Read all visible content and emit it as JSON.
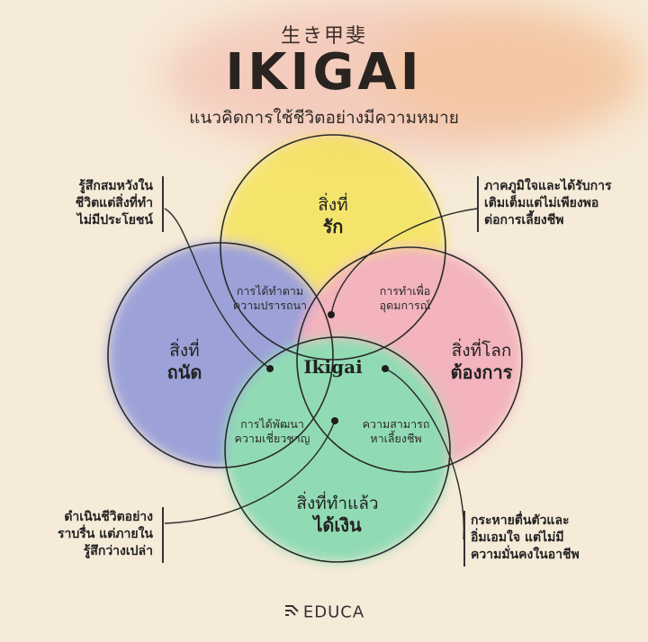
{
  "header": {
    "japanese": "生き甲斐",
    "title": "IKIGAI",
    "subtitle": "แนวคิดการใช้ชีวิตอย่างมีความหมาย"
  },
  "circles": {
    "love": {
      "line1": "สิ่งที่",
      "line2": "รัก"
    },
    "good_at": {
      "line1": "สิ่งที่",
      "line2": "ถนัด"
    },
    "world_needs": {
      "line1": "สิ่งที่โลก",
      "line2": "ต้องการ"
    },
    "paid_for": {
      "line1": "สิ่งที่ทำแล้ว",
      "line2": "ได้เงิน"
    }
  },
  "overlaps": {
    "passion": {
      "line1": "การได้ทำตาม",
      "line2": "ความปรารถนา"
    },
    "mission": {
      "line1": "การทำเพื่อ",
      "line2": "อุดมการณ์"
    },
    "profession": {
      "line1": "การได้พัฒนา",
      "line2": "ความเชี่ยวชาญ"
    },
    "vocation": {
      "line1": "ความสามารถ",
      "line2": "หาเลี้ยงชีพ"
    }
  },
  "center": "Ikigai",
  "notes": {
    "top_left": {
      "line1": "รู้สึกสมหวังใน",
      "line2": "ชีวิตแต่สิ่งที่ทำ",
      "line3": "ไม่มีประโยชน์"
    },
    "top_right": {
      "line1": "ภาคภูมิใจและได้รับการ",
      "line2": "เติมเต็มแต่ไม่เพียงพอ",
      "line3": "ต่อการเลี้ยงชีพ"
    },
    "bottom_left": {
      "line1": "ดำเนินชีวิตอย่าง",
      "line2": "ราบรื่น แต่ภายใน",
      "line3": "รู้สึกว่างเปล่า"
    },
    "bottom_right": {
      "line1": "กระหายตื่นตัวและ",
      "line2": "อิ่มเอมใจ แต่ไม่มี",
      "line3": "ความมั่นคงในอาชีพ"
    }
  },
  "brand": "EDUCA",
  "colors": {
    "background": "#f6ead8",
    "love": "#f5e24a",
    "good_at": "#7f8ad8",
    "world_needs": "#f2a2b4",
    "paid_for": "#6fd6a8",
    "ink": "#2a2420"
  }
}
